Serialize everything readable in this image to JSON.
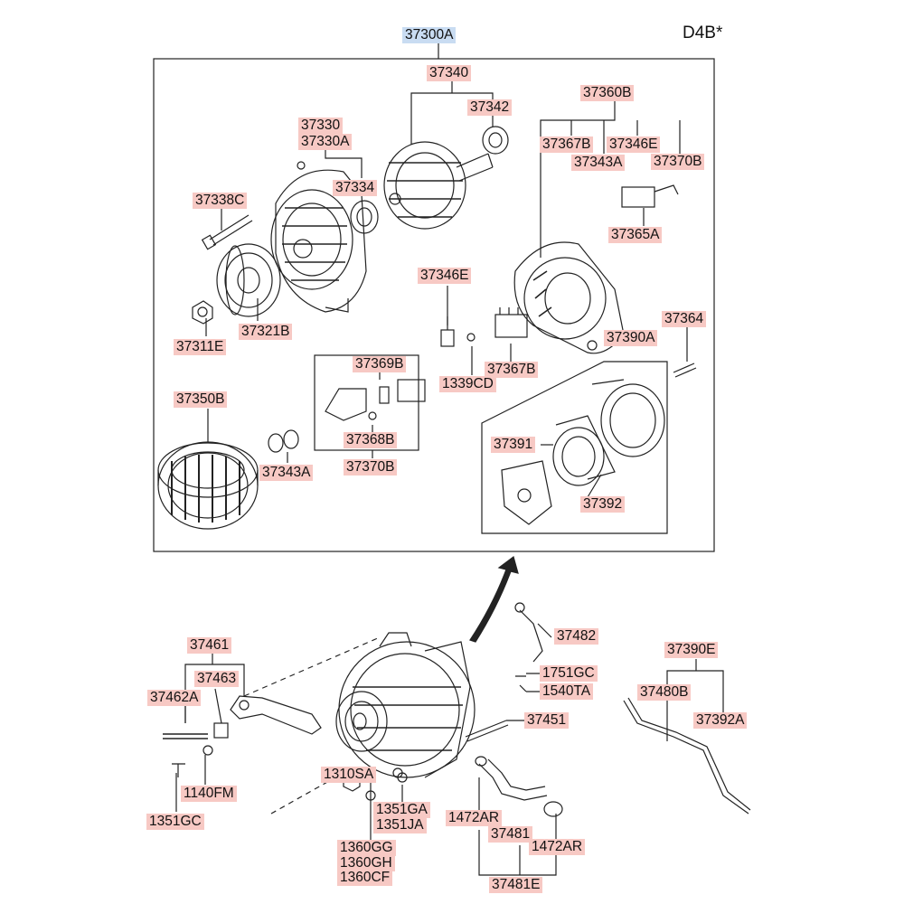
{
  "engine_code": "D4B*",
  "colors": {
    "label_bg": "#f7c9c4",
    "main_label_bg": "#c9dcf2",
    "line": "#222222"
  },
  "labels": {
    "assembly": "37300A",
    "p37340": "37340",
    "p37342": "37342",
    "p37360B": "37360B",
    "p37330": "37330",
    "p37330A": "37330A",
    "p37367B_top": "37367B",
    "p37346E_top": "37346E",
    "p37343A_top": "37343A",
    "p37370B_top": "37370B",
    "p37338C": "37338C",
    "p37334": "37334",
    "p37365A": "37365A",
    "p37346E_mid": "37346E",
    "p37321B": "37321B",
    "p37311E": "37311E",
    "p37364": "37364",
    "p37390A": "37390A",
    "p37369B": "37369B",
    "p37367B_mid": "37367B",
    "p1339CD": "1339CD",
    "p37350B": "37350B",
    "p37391": "37391",
    "p37368B": "37368B",
    "p37343A_mid": "37343A",
    "p37370B_mid": "37370B",
    "p37392": "37392",
    "p37482": "37482",
    "p37461": "37461",
    "p37390E": "37390E",
    "p37463": "37463",
    "p1751GC": "1751GC",
    "p37462A": "37462A",
    "p1540TA": "1540TA",
    "p37480B": "37480B",
    "p37451": "37451",
    "p37392A": "37392A",
    "p1310SA": "1310SA",
    "p1140FM": "1140FM",
    "p1351GA": "1351GA",
    "p1351JA": "1351JA",
    "p1472AR_a": "1472AR",
    "p37481": "37481",
    "p1351GC": "1351GC",
    "p1472AR_b": "1472AR",
    "p1360GG": "1360GG",
    "p1360GH": "1360GH",
    "p1360CF": "1360CF",
    "p37481E": "37481E"
  }
}
